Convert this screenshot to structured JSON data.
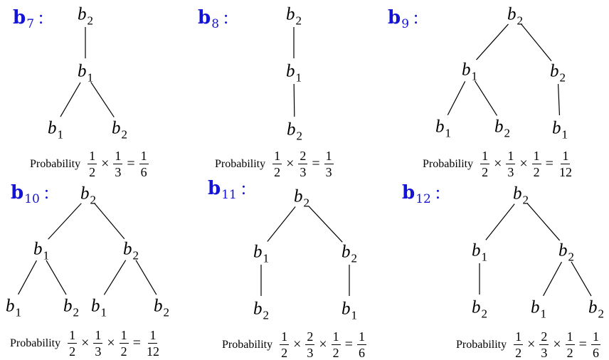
{
  "panels": [
    {
      "label": {
        "main": "b",
        "sub": "7",
        "sep": ":"
      },
      "nodes": [
        {
          "name": "b",
          "sub": "2"
        },
        {
          "name": "b",
          "sub": "1"
        },
        {
          "name": "b",
          "sub": "1"
        },
        {
          "name": "b",
          "sub": "2"
        }
      ],
      "probability": {
        "word": "Probability",
        "factors": [
          {
            "num": "1",
            "den": "2"
          },
          {
            "num": "1",
            "den": "3"
          }
        ],
        "result": {
          "num": "1",
          "den": "6"
        }
      }
    },
    {
      "label": {
        "main": "b",
        "sub": "8",
        "sep": ":"
      },
      "nodes": [
        {
          "name": "b",
          "sub": "2"
        },
        {
          "name": "b",
          "sub": "1"
        },
        {
          "name": "b",
          "sub": "2"
        }
      ],
      "probability": {
        "word": "Probability",
        "factors": [
          {
            "num": "1",
            "den": "2"
          },
          {
            "num": "2",
            "den": "3"
          }
        ],
        "result": {
          "num": "1",
          "den": "3"
        }
      }
    },
    {
      "label": {
        "main": "b",
        "sub": "9",
        "sep": ":"
      },
      "nodes": [
        {
          "name": "b",
          "sub": "2"
        },
        {
          "name": "b",
          "sub": "1"
        },
        {
          "name": "b",
          "sub": "2"
        },
        {
          "name": "b",
          "sub": "1"
        },
        {
          "name": "b",
          "sub": "2"
        },
        {
          "name": "b",
          "sub": "1"
        }
      ],
      "probability": {
        "word": "Probability",
        "factors": [
          {
            "num": "1",
            "den": "2"
          },
          {
            "num": "1",
            "den": "3"
          },
          {
            "num": "1",
            "den": "2"
          }
        ],
        "result": {
          "num": "1",
          "den": "12"
        }
      }
    },
    {
      "label": {
        "main": "b",
        "sub": "10",
        "sep": ":"
      },
      "nodes": [
        {
          "name": "b",
          "sub": "2"
        },
        {
          "name": "b",
          "sub": "1"
        },
        {
          "name": "b",
          "sub": "2"
        },
        {
          "name": "b",
          "sub": "1"
        },
        {
          "name": "b",
          "sub": "2"
        },
        {
          "name": "b",
          "sub": "1"
        },
        {
          "name": "b",
          "sub": "2"
        }
      ],
      "probability": {
        "word": "Probability",
        "factors": [
          {
            "num": "1",
            "den": "2"
          },
          {
            "num": "1",
            "den": "3"
          },
          {
            "num": "1",
            "den": "2"
          }
        ],
        "result": {
          "num": "1",
          "den": "12"
        }
      }
    },
    {
      "label": {
        "main": "b",
        "sub": "11",
        "sep": ":"
      },
      "nodes": [
        {
          "name": "b",
          "sub": "2"
        },
        {
          "name": "b",
          "sub": "1"
        },
        {
          "name": "b",
          "sub": "2"
        },
        {
          "name": "b",
          "sub": "2"
        },
        {
          "name": "b",
          "sub": "1"
        }
      ],
      "probability": {
        "word": "Probability",
        "factors": [
          {
            "num": "1",
            "den": "2"
          },
          {
            "num": "2",
            "den": "3"
          },
          {
            "num": "1",
            "den": "2"
          }
        ],
        "result": {
          "num": "1",
          "den": "6"
        }
      }
    },
    {
      "label": {
        "main": "b",
        "sub": "12",
        "sep": ":"
      },
      "nodes": [
        {
          "name": "b",
          "sub": "2"
        },
        {
          "name": "b",
          "sub": "1"
        },
        {
          "name": "b",
          "sub": "2"
        },
        {
          "name": "b",
          "sub": "2"
        },
        {
          "name": "b",
          "sub": "1"
        },
        {
          "name": "b",
          "sub": "2"
        }
      ],
      "probability": {
        "word": "Probability",
        "factors": [
          {
            "num": "1",
            "den": "2"
          },
          {
            "num": "2",
            "den": "3"
          },
          {
            "num": "1",
            "den": "2"
          }
        ],
        "result": {
          "num": "1",
          "den": "6"
        }
      }
    }
  ],
  "colors": {
    "label": "#1414d6",
    "ink": "#000000"
  }
}
